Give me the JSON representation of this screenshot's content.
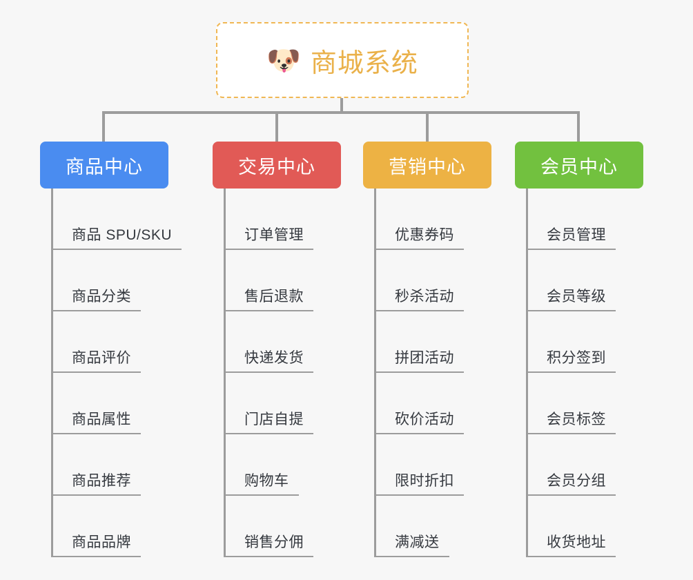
{
  "canvas": {
    "background": "#f7f7f7",
    "connector_color": "#9c9c9c"
  },
  "root": {
    "icon": "dog-face-emoji",
    "emoji": "🐶",
    "title": "商城系统",
    "text_color": "#eab14a",
    "border_color": "#f0b753",
    "background": "#ffffff"
  },
  "branches": [
    {
      "title": "商品中心",
      "color": "#4a8cf0",
      "items": [
        "商品 SPU/SKU",
        "商品分类",
        "商品评价",
        "商品属性",
        "商品推荐",
        "商品品牌"
      ]
    },
    {
      "title": "交易中心",
      "color": "#e15a56",
      "items": [
        "订单管理",
        "售后退款",
        "快递发货",
        "门店自提",
        "购物车",
        "销售分佣"
      ]
    },
    {
      "title": "营销中心",
      "color": "#edb244",
      "items": [
        "优惠券码",
        "秒杀活动",
        "拼团活动",
        "砍价活动",
        "限时折扣",
        "满减送"
      ]
    },
    {
      "title": "会员中心",
      "color": "#72c13f",
      "items": [
        "会员管理",
        "会员等级",
        "积分签到",
        "会员标签",
        "会员分组",
        "收货地址"
      ]
    }
  ]
}
